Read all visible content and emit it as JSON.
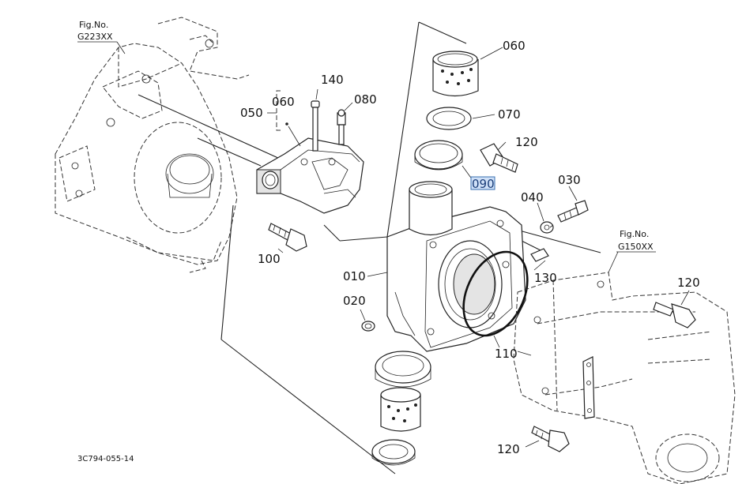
{
  "figure_refs": [
    {
      "title": "Fig.No.",
      "code": "G223XX"
    },
    {
      "title": "Fig.No.",
      "code": "G150XX"
    }
  ],
  "labels": {
    "p010": "010",
    "p020": "020",
    "p030": "030",
    "p040": "040",
    "p050": "050",
    "p060_top": "060",
    "p060_bracket": "060",
    "p070": "070",
    "p080": "080",
    "p090": "090",
    "p100": "100",
    "p110": "110",
    "p120_a": "120",
    "p120_b": "120",
    "p120_c": "120",
    "p130": "130",
    "p140": "140"
  },
  "selected_part": "090",
  "document_code": "3C794-055-14"
}
